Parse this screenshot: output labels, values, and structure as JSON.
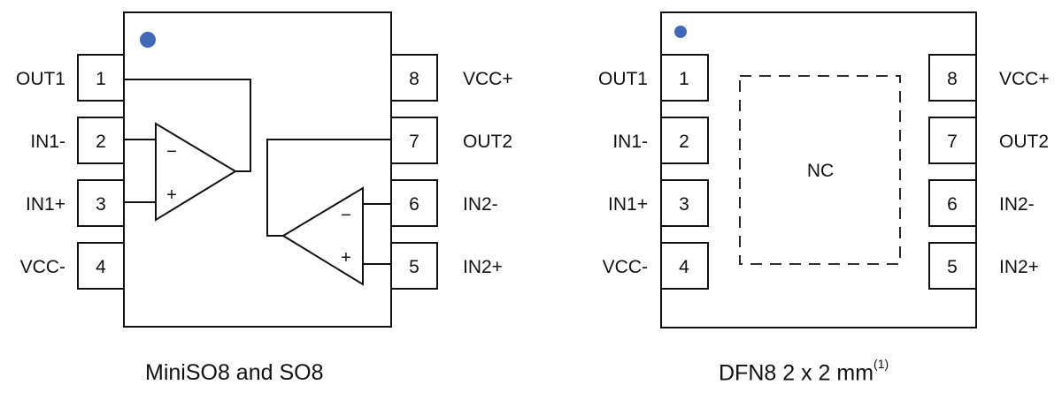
{
  "packages": [
    {
      "caption": "MiniSO8 and SO8",
      "caption_sup": "",
      "pins": [
        {
          "number": "1",
          "label": "OUT1"
        },
        {
          "number": "2",
          "label": "IN1-"
        },
        {
          "number": "3",
          "label": "IN1+"
        },
        {
          "number": "4",
          "label": "VCC-"
        },
        {
          "number": "8",
          "label": "VCC+"
        },
        {
          "number": "7",
          "label": "OUT2"
        },
        {
          "number": "6",
          "label": "IN2-"
        },
        {
          "number": "5",
          "label": "IN2+"
        }
      ],
      "opamp_signs": {
        "minus": "−",
        "plus": "+"
      }
    },
    {
      "caption": "DFN8 2 x 2 mm",
      "caption_sup": "(1)",
      "center_label": "NC",
      "pins": [
        {
          "number": "1",
          "label": "OUT1"
        },
        {
          "number": "2",
          "label": "IN1-"
        },
        {
          "number": "3",
          "label": "IN1+"
        },
        {
          "number": "4",
          "label": "VCC-"
        },
        {
          "number": "8",
          "label": "VCC+"
        },
        {
          "number": "7",
          "label": "OUT2"
        },
        {
          "number": "6",
          "label": "IN2-"
        },
        {
          "number": "5",
          "label": "IN2+"
        }
      ]
    }
  ],
  "colors": {
    "pin1_dot": "#4169b8",
    "stroke": "#111111"
  }
}
